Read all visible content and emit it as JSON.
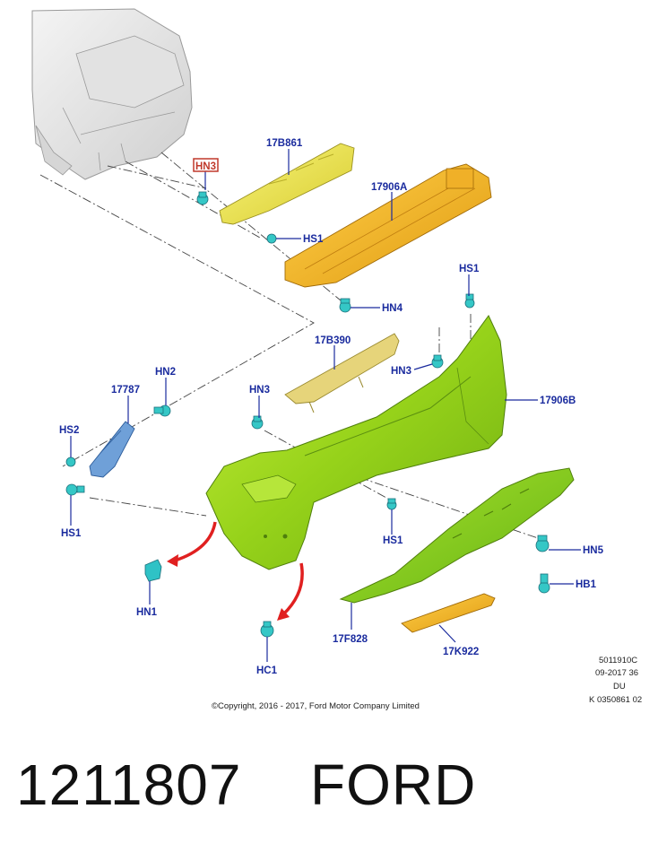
{
  "diagram": {
    "callouts": {
      "hn3_top": "HN3",
      "p17b861": "17B861",
      "p17906a": "17906A",
      "hs1_top": "HS1",
      "hn4": "HN4",
      "hs1_right": "HS1",
      "p17b390": "17B390",
      "hn3_right": "HN3",
      "p17906b": "17906B",
      "p17787": "17787",
      "hn2": "HN2",
      "hn3_mid": "HN3",
      "hs2": "HS2",
      "hs1_left": "HS1",
      "hs1_mid": "HS1",
      "hn5": "HN5",
      "hb1": "HB1",
      "hn1": "HN1",
      "hc1": "HC1",
      "p17f828": "17F828",
      "p17k922": "17K922"
    },
    "highlighted_callout": "HN3",
    "meta": {
      "line1": "5011910C",
      "line2": "09-2017 36",
      "line3": "DU",
      "line4": "K 0350861 02"
    },
    "copyright": "©Copyright, 2016 - 2017, Ford Motor Company Limited"
  },
  "caption": {
    "part_number": "1211807",
    "brand": "FORD"
  },
  "colors": {
    "label_blue": "#1a2b9e",
    "highlight_red": "#c0392b",
    "bumper_green": "#9ad41e",
    "reinforcement_orange": "#f2b418",
    "bracket_yellow": "#efe84a",
    "clip_cyan": "#35c7c6",
    "arrow_red": "#e02020"
  }
}
